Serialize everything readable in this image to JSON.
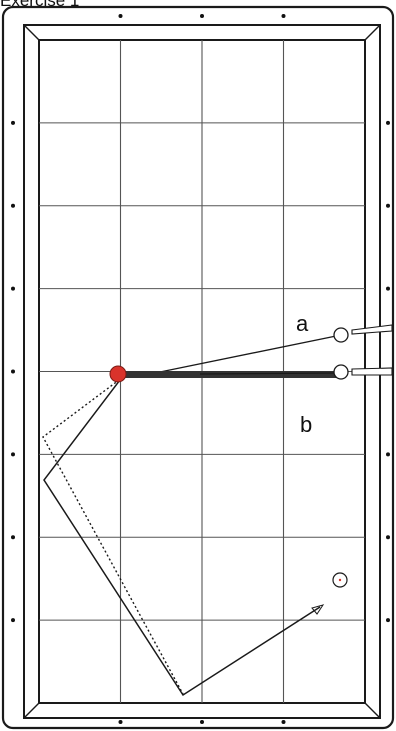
{
  "page": {
    "heading": "Exercise 1"
  },
  "colors": {
    "rail": "#1a1a1a",
    "grid": "#555555",
    "diamond": "#111111",
    "object_ball": "#d9332b",
    "cue_stick": "#333333",
    "path": "#1a1a1a",
    "background": "#ffffff"
  },
  "diagram": {
    "labels": {
      "a": "a",
      "b": "b"
    },
    "grid": {
      "columns": 4,
      "rows": 8
    },
    "diamonds": {
      "long_rail": 7,
      "short_rail": 3
    },
    "paths": [
      {
        "name": "path-a",
        "style": "dotted",
        "description_visible": false
      },
      {
        "name": "path-b",
        "style": "solid",
        "description_visible": false
      }
    ],
    "icons": [
      "object-ball-icon",
      "cue-ball-a-icon",
      "cue-ball-b-icon",
      "cue-stick-a-icon",
      "cue-stick-b-icon",
      "target-ball-icon"
    ]
  }
}
